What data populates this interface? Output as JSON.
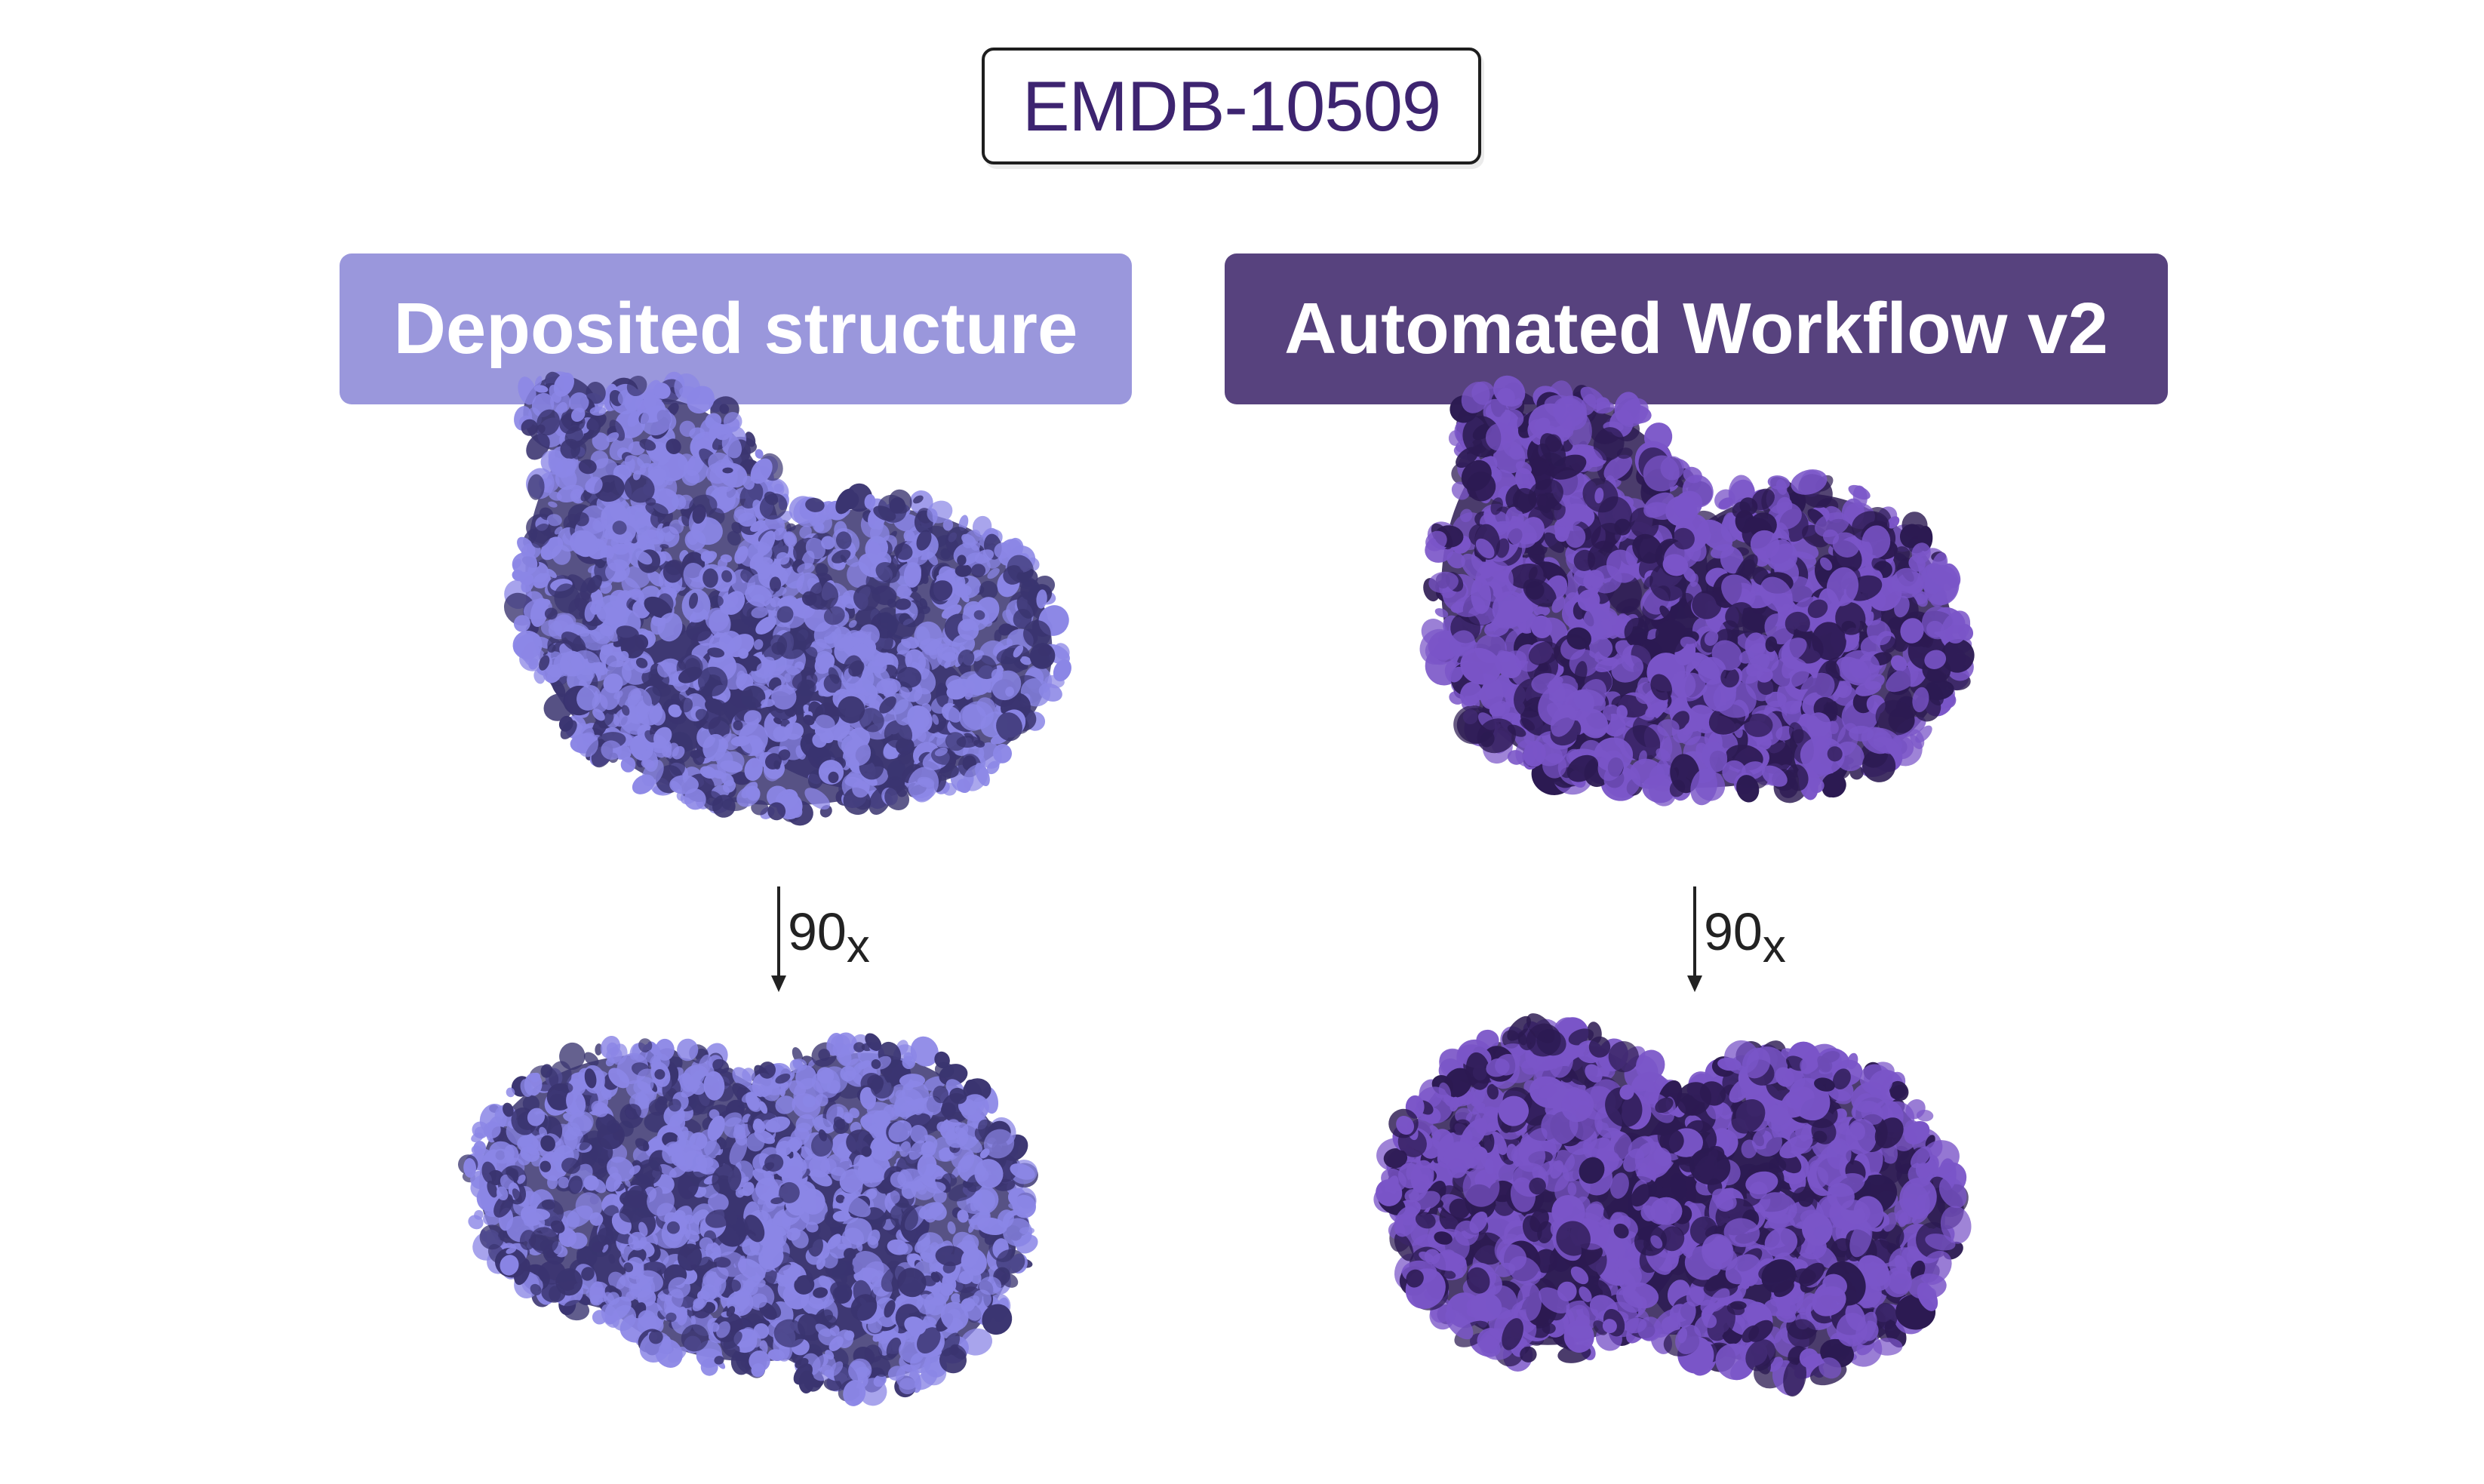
{
  "entry_id": "EMDB-10509",
  "panels": [
    {
      "label": "Deposited structure",
      "color": "#9a97dc",
      "map_color": "#8b86e6",
      "map_shadow": "#3a3470"
    },
    {
      "label": "Automated Workflow v2",
      "color": "#57427e",
      "map_color": "#7a55c8",
      "map_shadow": "#2c1a52"
    }
  ],
  "rotation": {
    "angle": "90",
    "axis": "x"
  }
}
